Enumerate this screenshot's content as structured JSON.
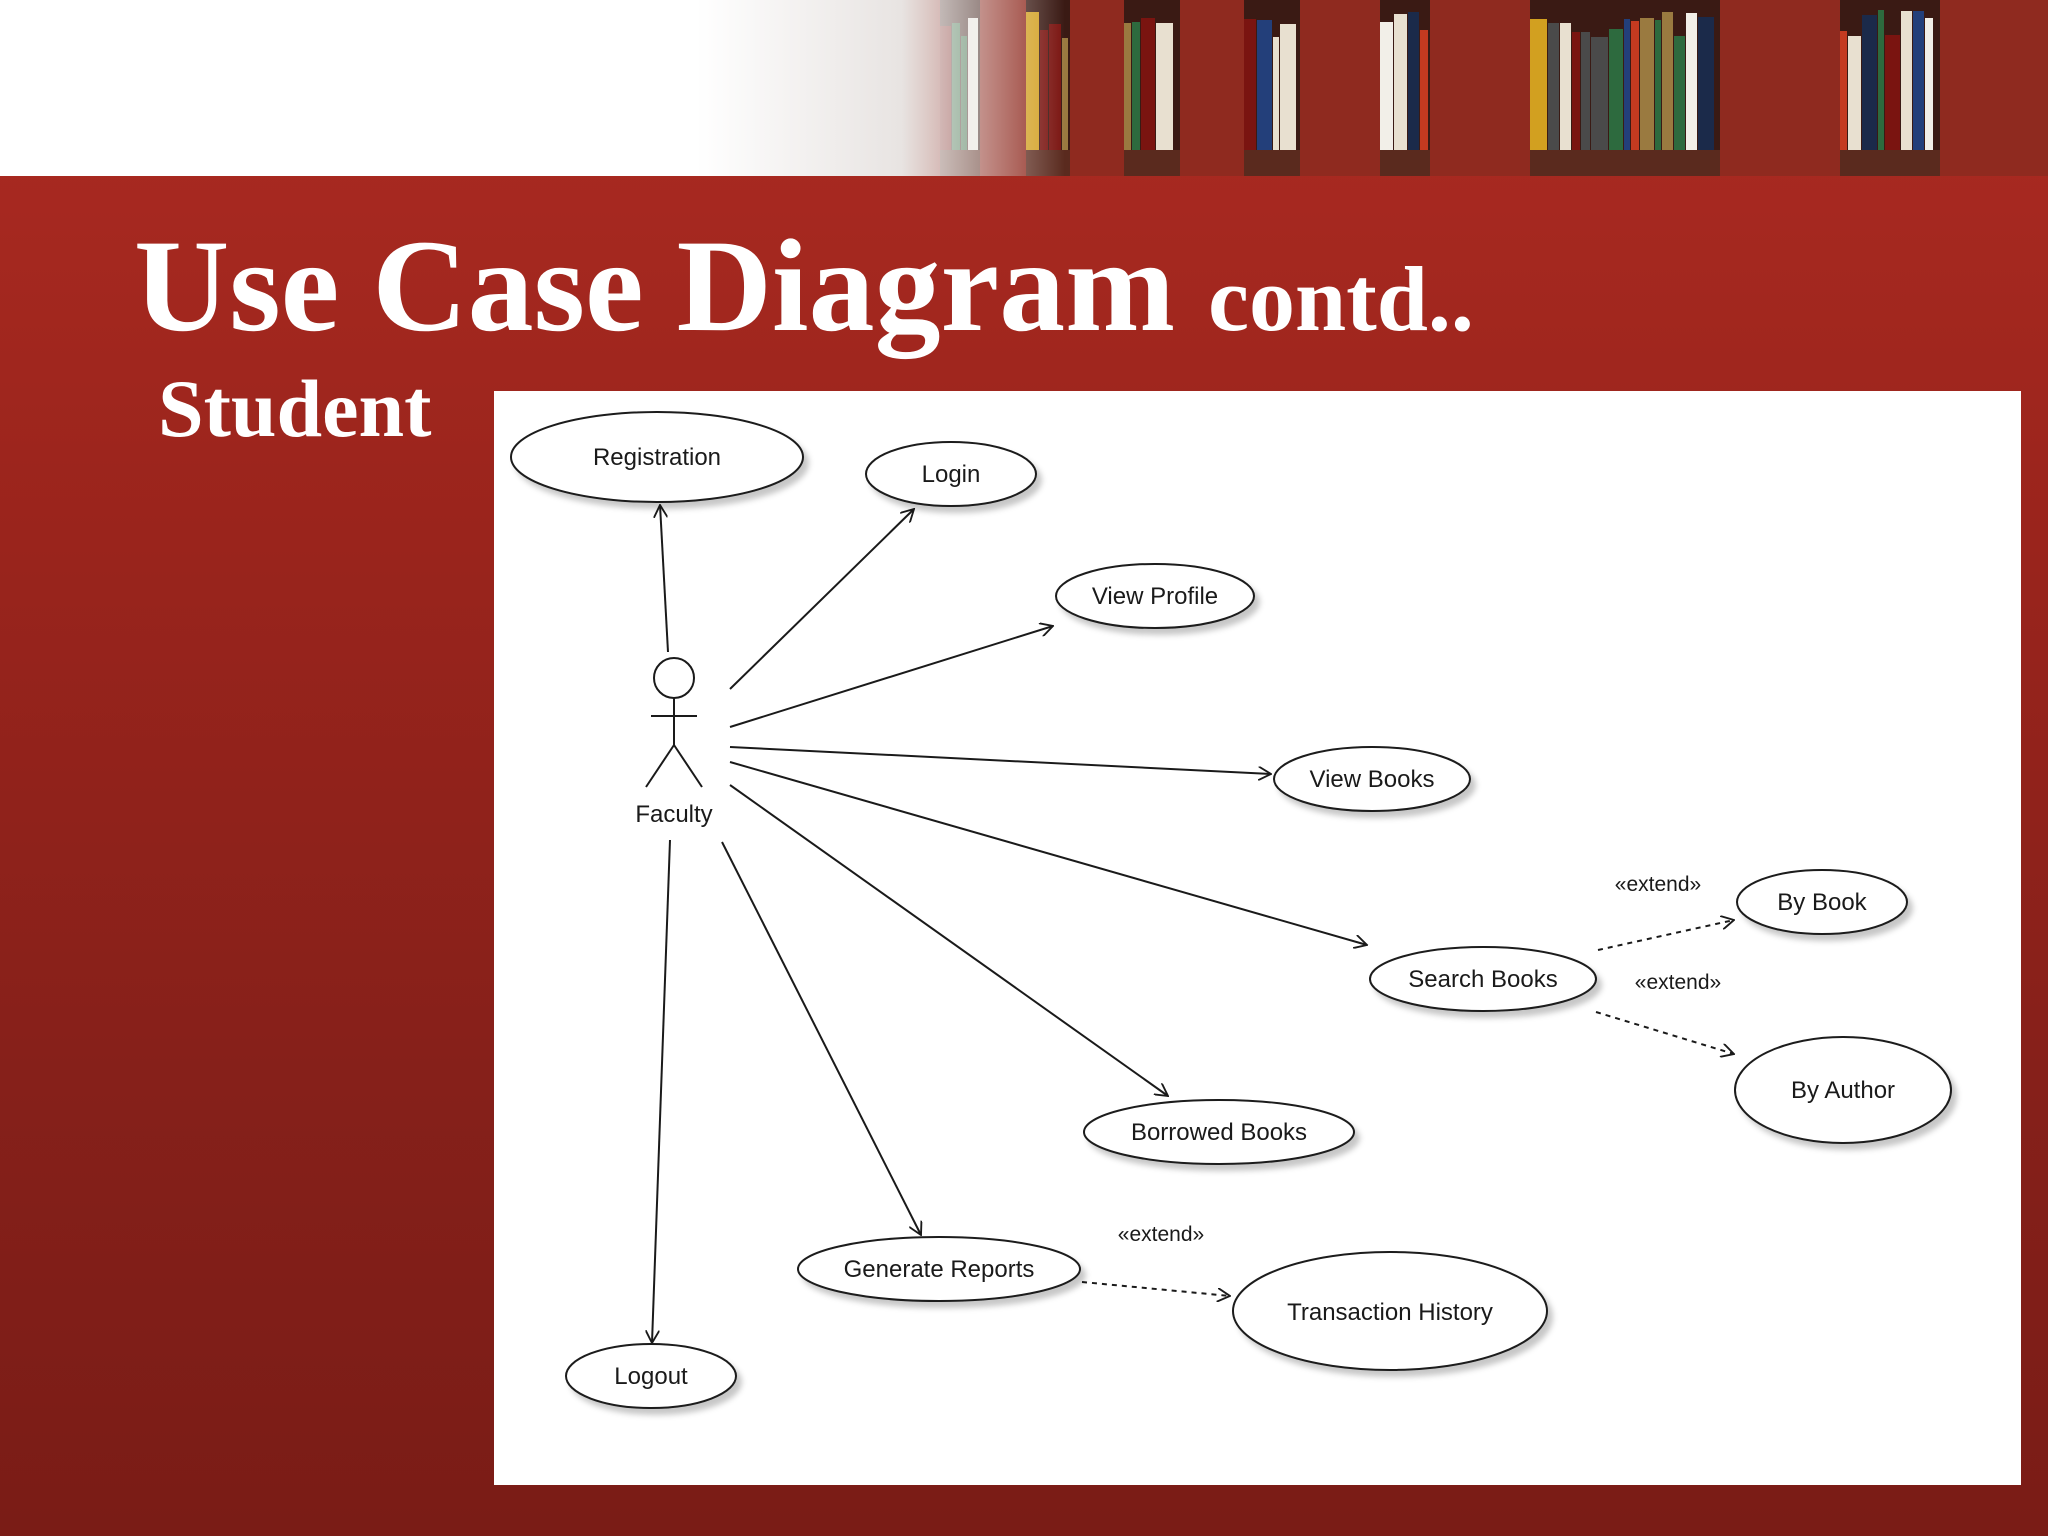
{
  "slide": {
    "title": "Use Case Diagram",
    "title_suffix": "contd..",
    "subtitle": "Student",
    "colors": {
      "background": "#a0251d",
      "text": "#ffffff",
      "panel": "#ffffff",
      "diagram_ink": "#1a1a1a"
    }
  },
  "diagram": {
    "actor": {
      "label": "Faculty"
    },
    "use_cases": [
      {
        "id": "registration",
        "label": "Registration"
      },
      {
        "id": "login",
        "label": "Login"
      },
      {
        "id": "view-profile",
        "label": "View Profile"
      },
      {
        "id": "view-books",
        "label": "View Books"
      },
      {
        "id": "search-books",
        "label": "Search Books"
      },
      {
        "id": "by-book",
        "label": "By Book"
      },
      {
        "id": "by-author",
        "label": "By Author"
      },
      {
        "id": "borrowed-books",
        "label": "Borrowed Books"
      },
      {
        "id": "generate-reports",
        "label": "Generate Reports"
      },
      {
        "id": "transaction-history",
        "label": "Transaction History"
      },
      {
        "id": "logout",
        "label": "Logout"
      }
    ],
    "associations": [
      {
        "from": "Faculty",
        "to": "Registration"
      },
      {
        "from": "Faculty",
        "to": "Login"
      },
      {
        "from": "Faculty",
        "to": "View Profile"
      },
      {
        "from": "Faculty",
        "to": "View Books"
      },
      {
        "from": "Faculty",
        "to": "Search Books"
      },
      {
        "from": "Faculty",
        "to": "Borrowed Books"
      },
      {
        "from": "Faculty",
        "to": "Generate Reports"
      },
      {
        "from": "Faculty",
        "to": "Logout"
      }
    ],
    "extends": [
      {
        "from": "Search Books",
        "to": "By Book",
        "label": "«extend»"
      },
      {
        "from": "Search Books",
        "to": "By Author",
        "label": "«extend»"
      },
      {
        "from": "Generate Reports",
        "to": "Transaction History",
        "label": "«extend»"
      }
    ]
  }
}
